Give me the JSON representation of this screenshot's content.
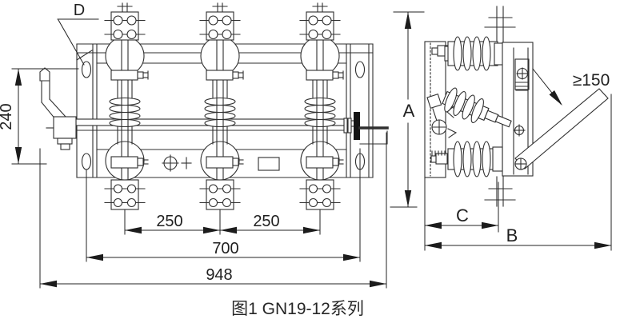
{
  "figure": {
    "caption": "图1 GN19-12系列"
  },
  "dims": {
    "d_label": "D",
    "height_240": "240",
    "pole_spacing_left": "250",
    "pole_spacing_right": "250",
    "mounting_width": "700",
    "overall_length": "948",
    "a_label": "A",
    "b_label": "B",
    "c_label": "C",
    "min_clearance": "≥150"
  }
}
